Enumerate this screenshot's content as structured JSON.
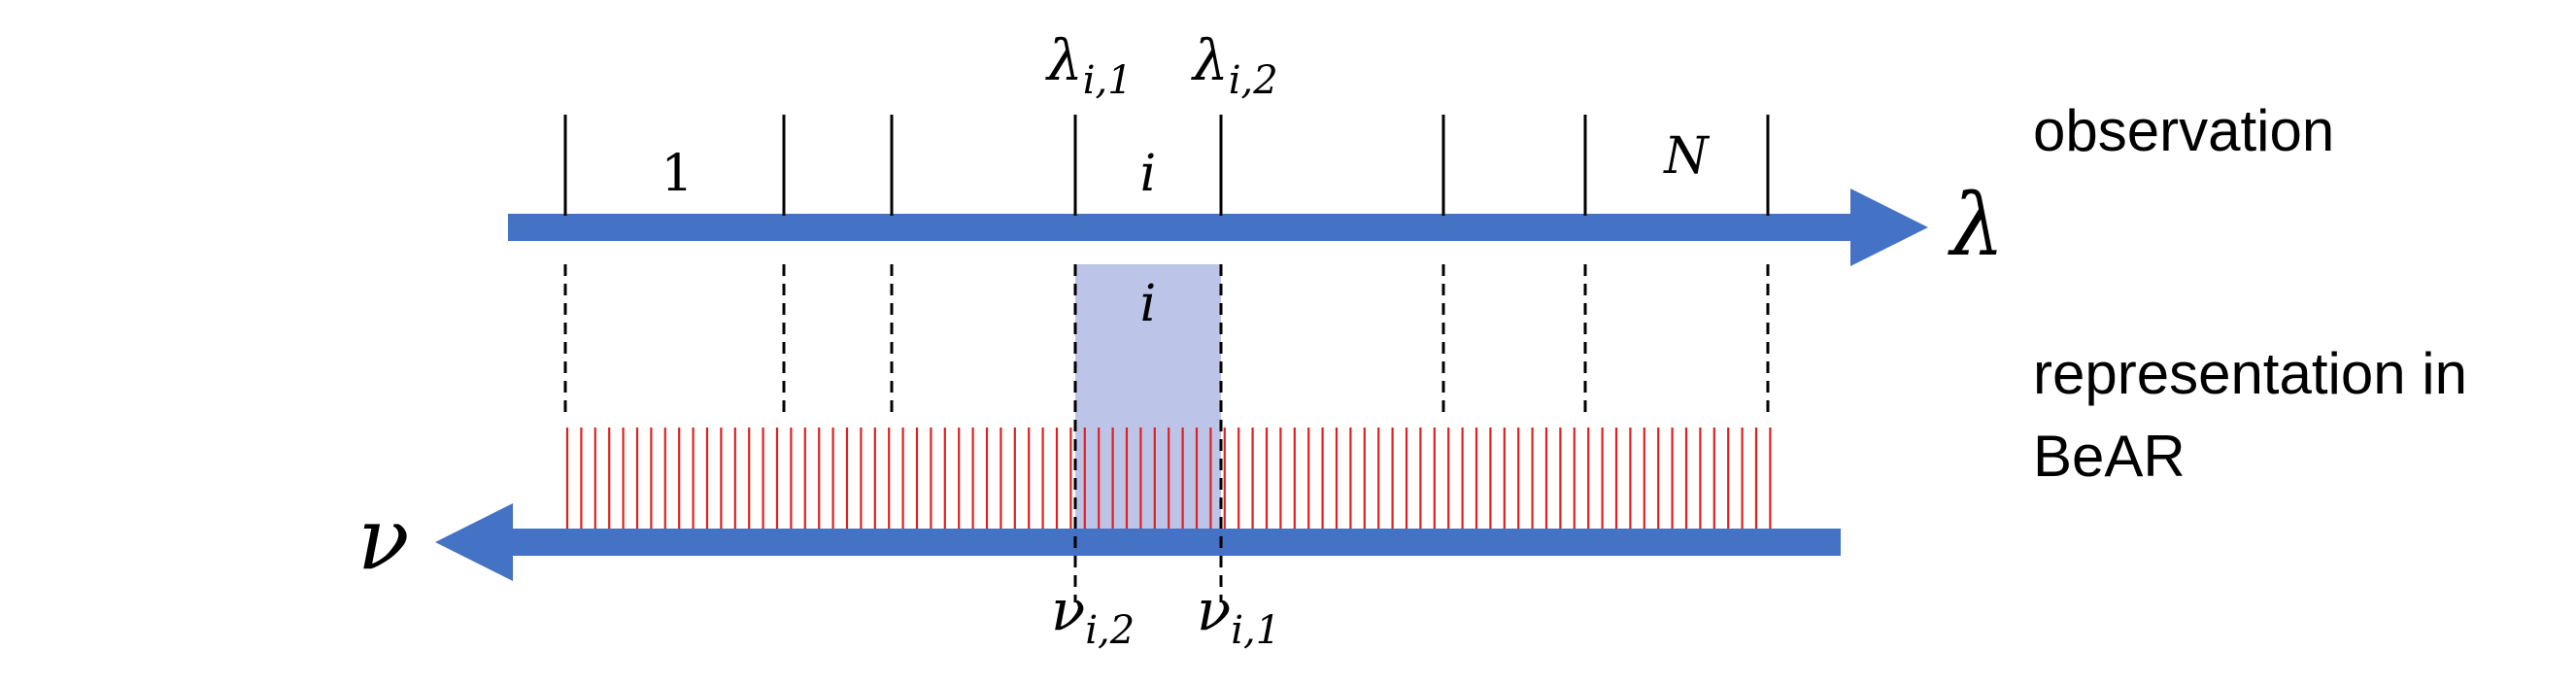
{
  "colors": {
    "axis": "#4472c4",
    "red_lines": "#e02020",
    "highlight": "#bcc5e8",
    "ink": "#000000"
  },
  "observation_axis": {
    "symbol": "λ",
    "bin_labels": {
      "first": "1",
      "middle": "i",
      "last": "N"
    },
    "boundary_labels": {
      "left_base": "λ",
      "left_sub": "i,1",
      "right_base": "λ",
      "right_sub": "i,2"
    }
  },
  "bear_axis": {
    "symbol": "ν",
    "highlight_label": "i",
    "boundary_labels": {
      "left_base": "ν",
      "left_sub": "i,2",
      "right_base": "ν",
      "right_sub": "i,1"
    }
  },
  "side_labels": {
    "observation": "observation",
    "representation_line1": "representation in",
    "representation_line2": "BeAR"
  }
}
